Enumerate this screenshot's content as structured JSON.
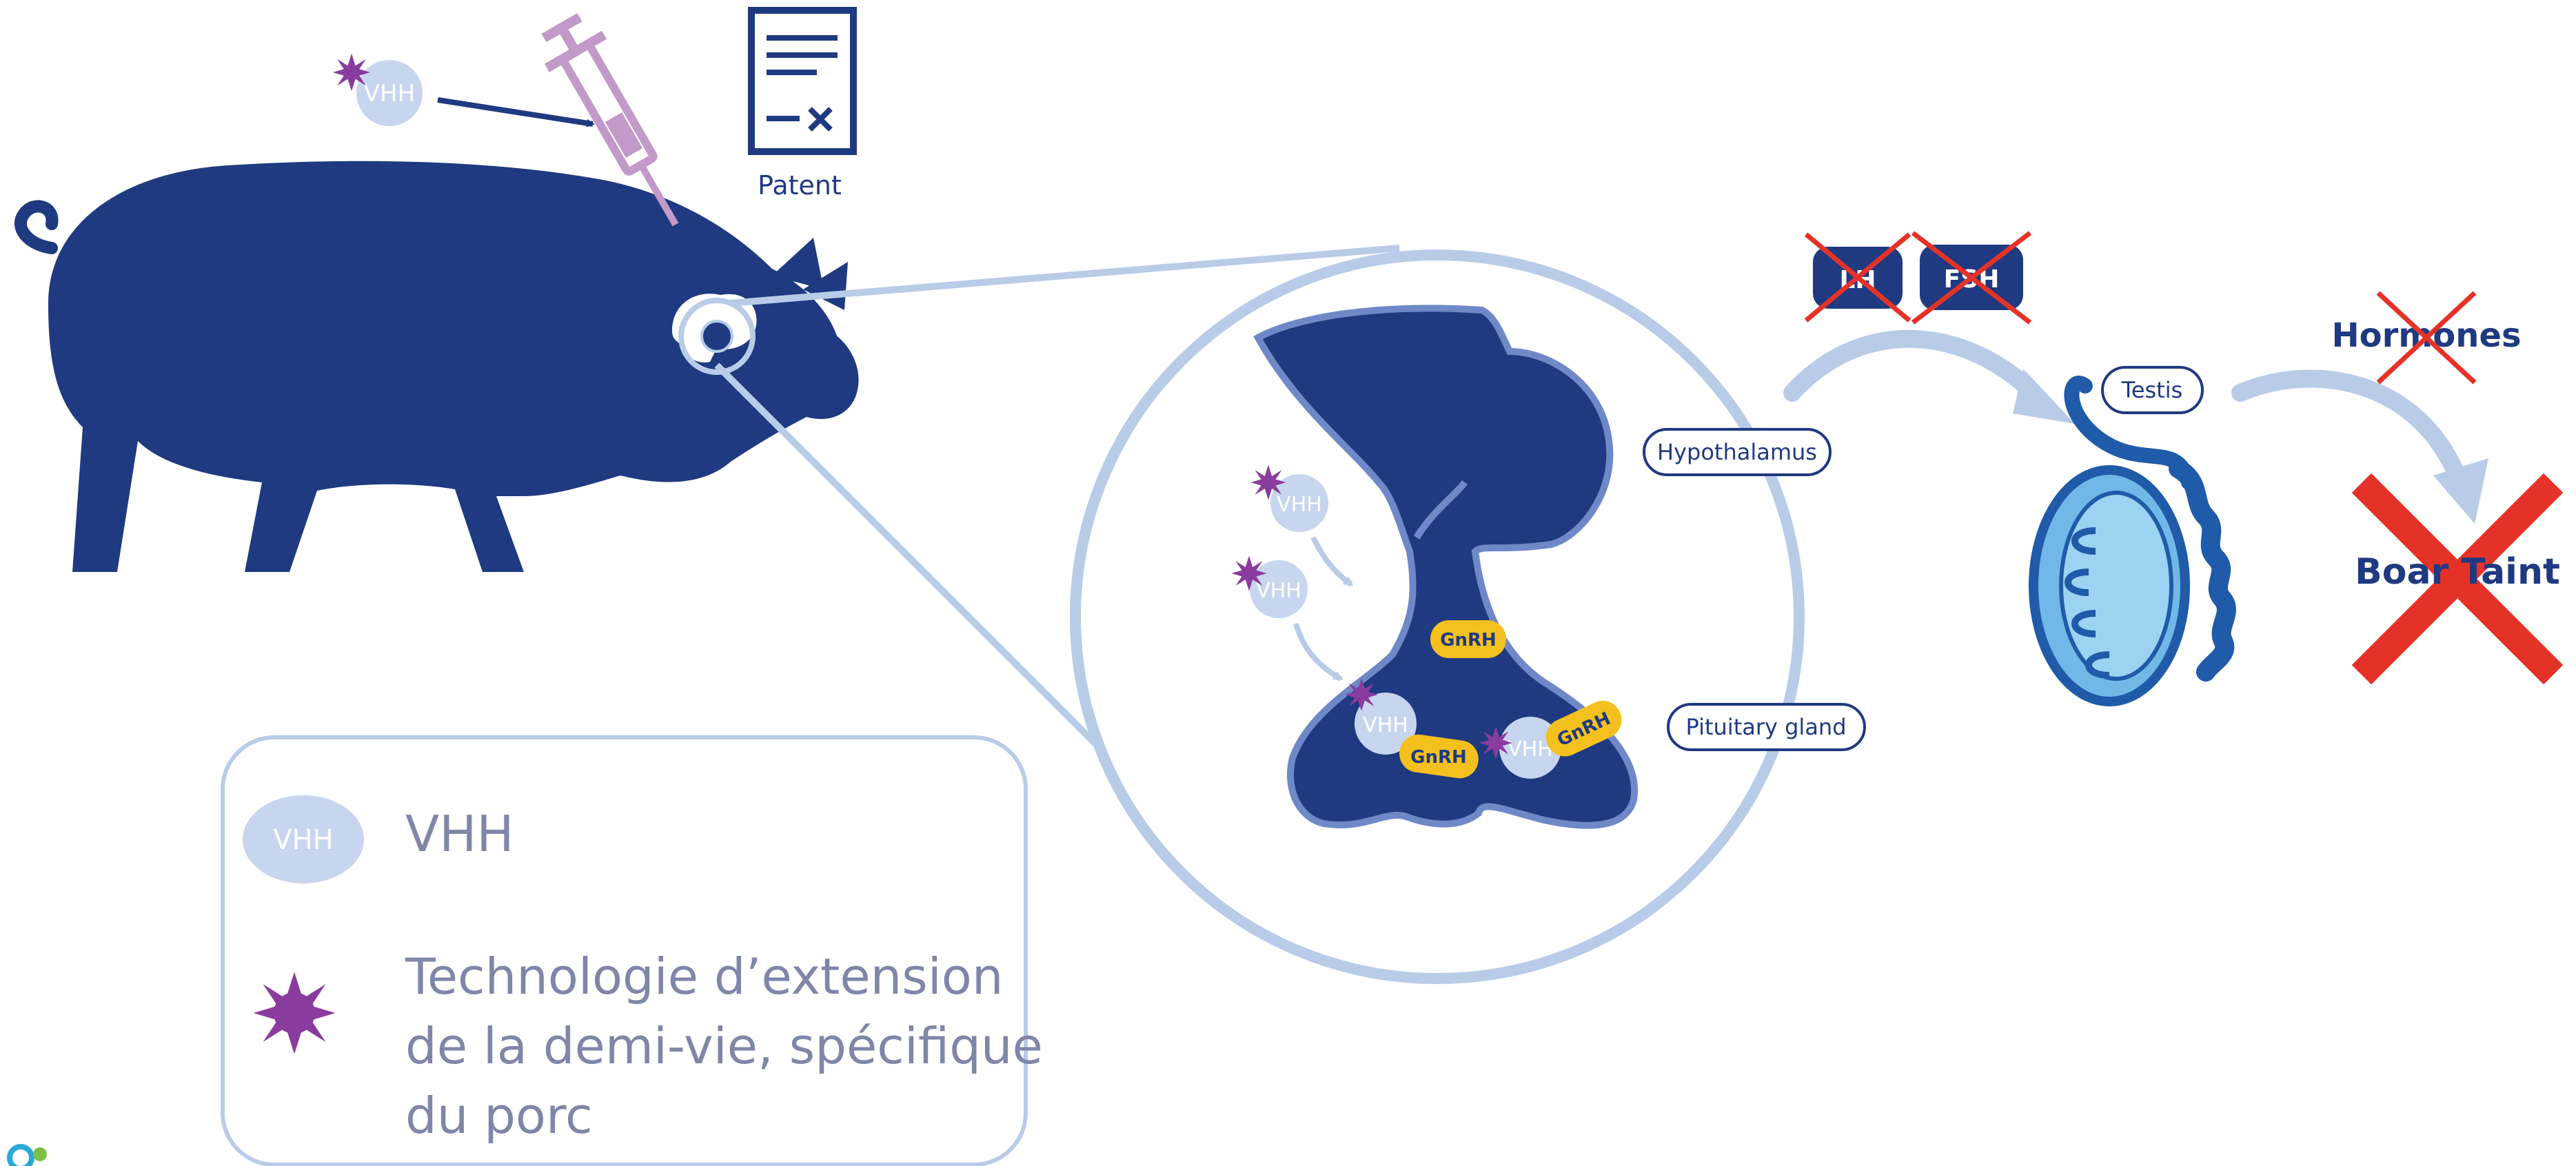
{
  "labels": {
    "patent": "Patent",
    "hypothalamus": "Hypothalamus",
    "pituitary": "Pituitary gland",
    "testis": "Testis",
    "hormones": "Hormones",
    "boar_taint": "Boar Taint",
    "lh": "LH",
    "fsh": "FSH",
    "vhh": "VHH",
    "gnrh": "GnRH"
  },
  "legend": {
    "vhh_label": "VHH",
    "vhh_badge": "VHH",
    "star_line1": "Technologie d’extension",
    "star_line2": "de la demi-vie, spécifique",
    "star_line3": "du porc"
  },
  "colors": {
    "navy": "#1F3A80",
    "light_blue": "#B8CCE8",
    "purple": "#8A3C9E",
    "yellow": "#F4C01E",
    "red": "#E53228"
  }
}
